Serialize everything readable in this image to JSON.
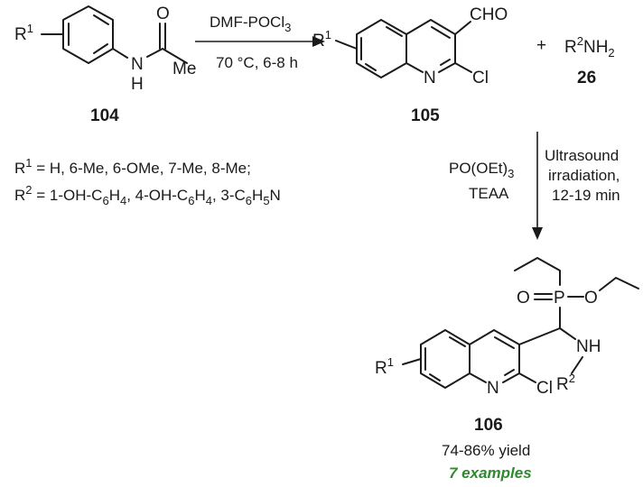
{
  "compounds": {
    "c104": {
      "id": "104",
      "r_label": "R",
      "r_sup": "1",
      "nh_label": "N",
      "h_label": "H",
      "o_label": "O",
      "me_label": "Me"
    },
    "c105": {
      "id": "105",
      "r_label": "R",
      "r_sup": "1",
      "cho_label": "CHO",
      "n_label": "N",
      "cl_label": "Cl"
    },
    "c26": {
      "id": "26",
      "r_label": "R",
      "r_sup": "2",
      "nh2_label": "NH",
      "nh2_sub": "2",
      "plus": "+"
    },
    "c106": {
      "id": "106",
      "r1_label": "R",
      "r1_sup": "1",
      "n_label": "N",
      "cl_label": "Cl",
      "nh_label": "NH",
      "r2_label": "R",
      "r2_sup": "2",
      "o_label": "O",
      "p_label": "P",
      "o2_label": "O",
      "eq_label": "="
    }
  },
  "step1": {
    "reagent_main": "DMF-POCl",
    "reagent_sub": "3",
    "conditions": "70 °C, 6-8 h"
  },
  "step2": {
    "reagent_main": "PO(OEt)",
    "reagent_sub": "3",
    "reagent2": "TEAA",
    "cond1": "Ultrasound",
    "cond2": "irradiation,",
    "cond3": "12-19 min"
  },
  "substituents": {
    "r1_label": "R",
    "r1_sup": "1",
    "r1_values": " = H, 6-Me, 6-OMe, 7-Me, 8-Me;",
    "r2_label": "R",
    "r2_sup": "2",
    "r2_a": " = 1-OH-C",
    "r2_a_sub": "6",
    "r2_b": "H",
    "r2_b_sub": "4",
    "r2_c": ", 4-OH-C",
    "r2_c_sub": "6",
    "r2_d": "H",
    "r2_d_sub": "4",
    "r2_e": ", 3-C",
    "r2_e_sub": "6",
    "r2_f": "H",
    "r2_f_sub": "5",
    "r2_g": "N"
  },
  "result": {
    "yield": "74-86% yield",
    "examples": "7 examples",
    "examples_color": "#2e8b2e"
  }
}
